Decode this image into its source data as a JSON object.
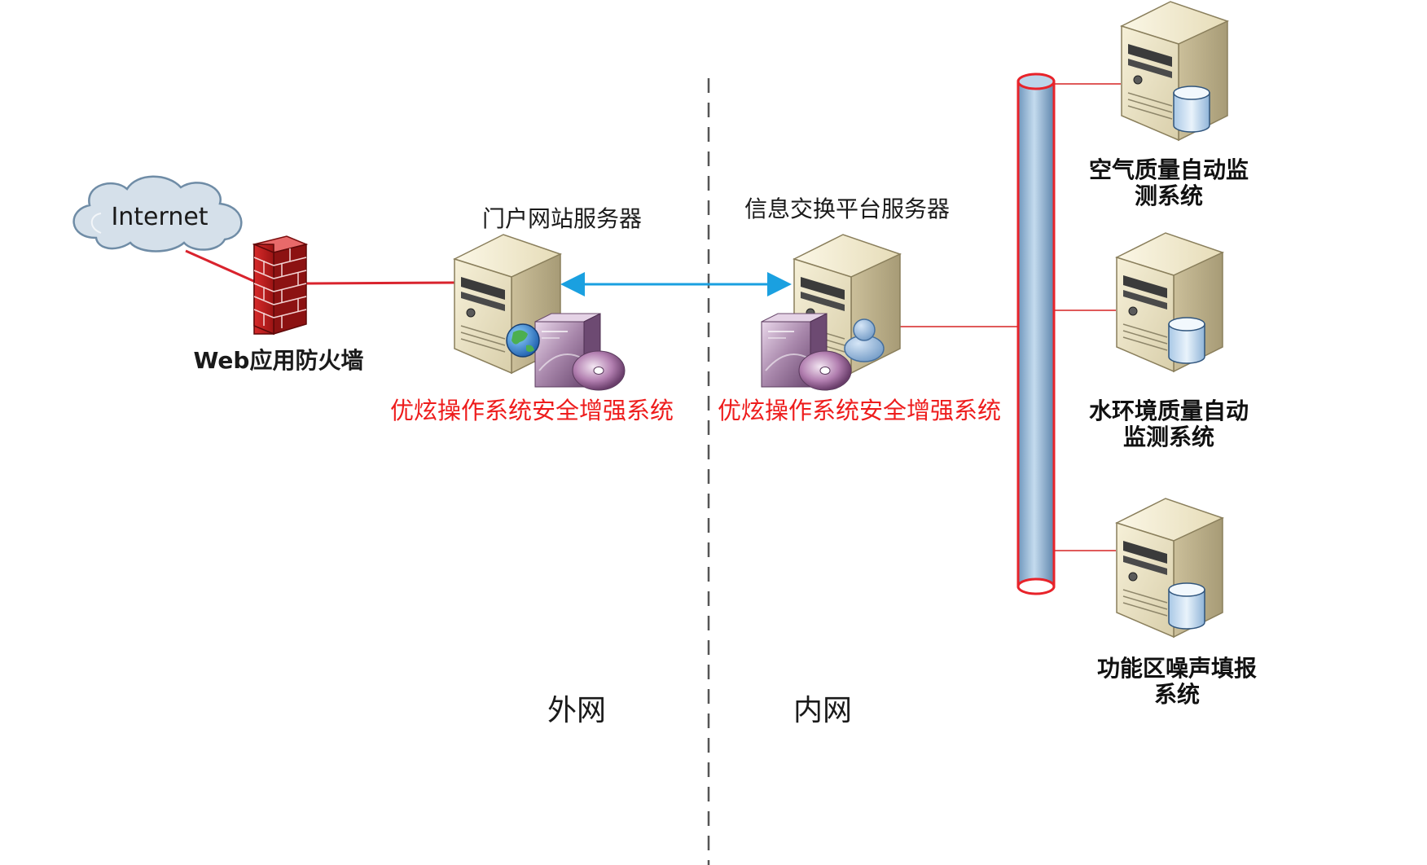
{
  "colors": {
    "link": "#d9232d",
    "arrow": "#1aa0e0",
    "bus_fill": "#9fc0db",
    "bus_outline": "#e8232a",
    "label_red": "#ee1c1c",
    "label_black": "#111111",
    "divider": "#555555"
  },
  "internet": {
    "label": "Internet",
    "icon": "cloud-icon"
  },
  "firewall": {
    "label": "Web应用防火墙",
    "icon": "brick-wall-icon"
  },
  "portal_server": {
    "label": "门户网站服务器",
    "icon": "server-tower-icon",
    "badge_icon": "globe-icon",
    "software_icon": "software-box-icon",
    "software_label": "优炫操作系统安全增强系统"
  },
  "exchange_server": {
    "label": "信息交换平台服务器",
    "icon": "server-tower-icon",
    "badge_icon": "user-icon",
    "software_icon": "software-box-icon",
    "software_label": "优炫操作系统安全增强系统"
  },
  "bus": {
    "icon": "network-bus-icon"
  },
  "zones": {
    "outer": "外网",
    "inner": "内网"
  },
  "systems": [
    {
      "line1": "空气质量自动监",
      "line2": "测系统",
      "icon": "database-server-icon"
    },
    {
      "line1": "水环境质量自动",
      "line2": "监测系统",
      "icon": "database-server-icon"
    },
    {
      "line1": "功能区噪声填报",
      "line2": "系统",
      "icon": "database-server-icon"
    }
  ]
}
